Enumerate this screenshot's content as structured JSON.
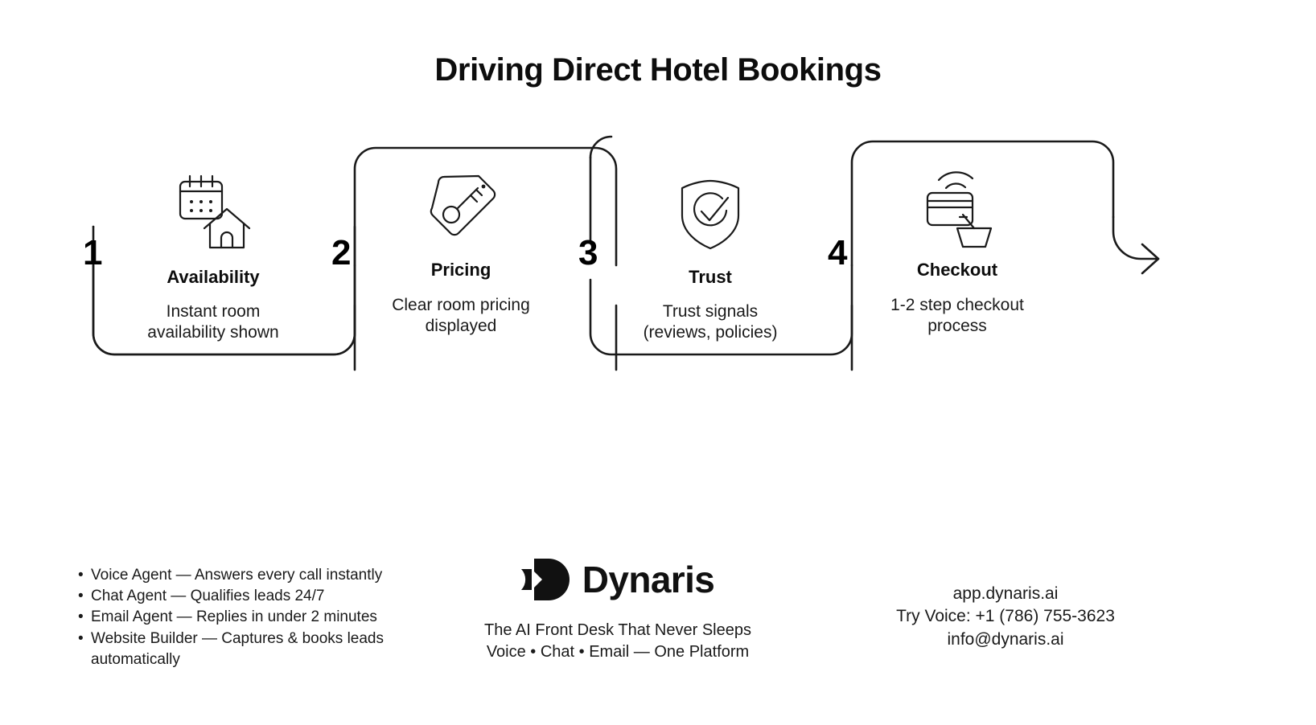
{
  "title": "Driving Direct Hotel Bookings",
  "steps": [
    {
      "number": "1",
      "label": "Availability",
      "desc": "Instant room\navailability shown",
      "icon": "calendar-house-icon"
    },
    {
      "number": "2",
      "label": "Pricing",
      "desc": "Clear room pricing\ndisplayed",
      "icon": "price-tag-key-icon"
    },
    {
      "number": "3",
      "label": "Trust",
      "desc": "Trust signals\n(reviews, policies)",
      "icon": "shield-check-icon"
    },
    {
      "number": "4",
      "label": "Checkout",
      "desc": "1-2 step checkout\nprocess",
      "icon": "contactless-card-basket-icon"
    }
  ],
  "features": {
    "bullet": "•",
    "items": [
      "Voice Agent — Answers every call instantly",
      "Chat Agent — Qualifies leads 24/7",
      "Email Agent — Replies in under 2 minutes",
      " Website Builder — Captures & books leads automatically"
    ]
  },
  "brand": {
    "name": "Dynaris",
    "mark": "dynaris-logo-icon",
    "tagline_line1": "The AI Front Desk That Never Sleeps",
    "tagline_line2": "Voice • Chat • Email — One Platform"
  },
  "contact": {
    "site": "app.dynaris.ai",
    "phone": "Try Voice: +1 (786) 755-3623",
    "email": "info@dynaris.ai"
  },
  "colors": {
    "background": "#ffffff",
    "ink": "#111111",
    "stroke": "#1a1a1a"
  }
}
